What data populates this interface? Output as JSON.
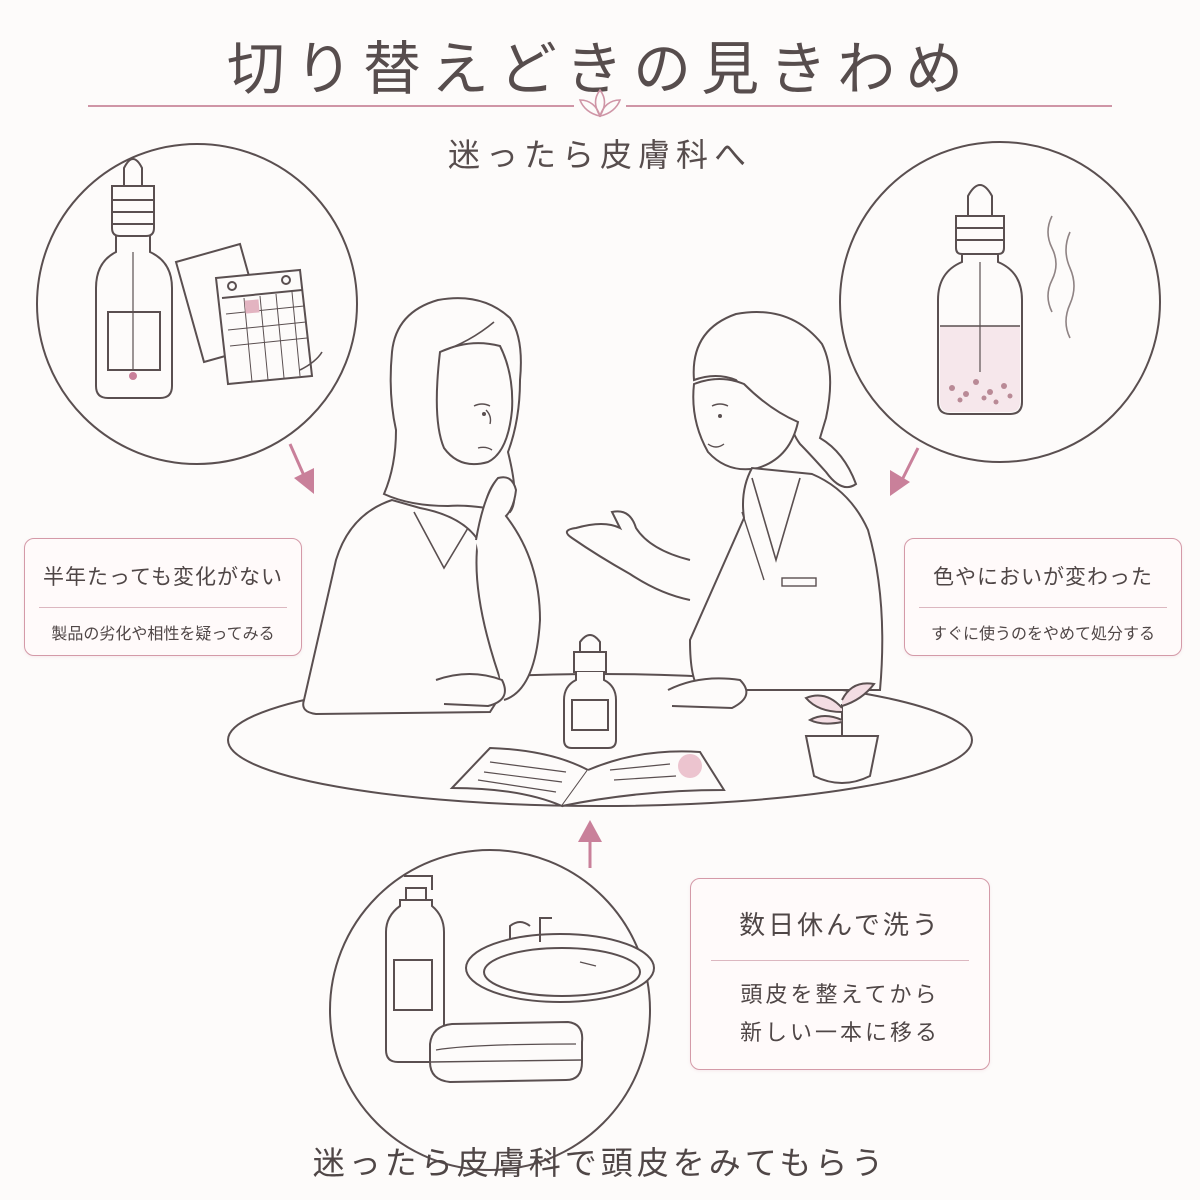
{
  "header": {
    "title": "切り替えどきの見きわめ",
    "subtitle": "迷ったら皮膚科へ"
  },
  "cards": {
    "left": {
      "heading": "半年たっても変化がない",
      "detail": "製品の劣化や相性を疑ってみる"
    },
    "right": {
      "heading": "色やにおいが変わった",
      "detail": "すぐに使うのをやめて処分する"
    },
    "bottom": {
      "heading": "数日休んで洗う",
      "detail_line1": "頭皮を整えてから",
      "detail_line2": "新しい一本に移る"
    }
  },
  "footer": {
    "caption": "迷ったら皮膚科で頭皮をみてもらう"
  },
  "colors": {
    "line": "#5a4f50",
    "accent": "#c9809a",
    "rule": "#cf95a6",
    "box_border": "#d49aa8",
    "background": "#fdfbfa"
  },
  "illustrations": {
    "top_left": [
      "dropper-bottle-icon",
      "calendar-icon"
    ],
    "top_right": [
      "cloudy-serum-bottle-icon",
      "odor-waves-icon"
    ],
    "center": [
      "patient-figure",
      "doctor-figure",
      "table",
      "small-bottle-icon",
      "open-leaflet",
      "potted-plant-icon"
    ],
    "bottom": [
      "pump-bottle-icon",
      "sink-icon",
      "folded-towel-icon"
    ]
  }
}
